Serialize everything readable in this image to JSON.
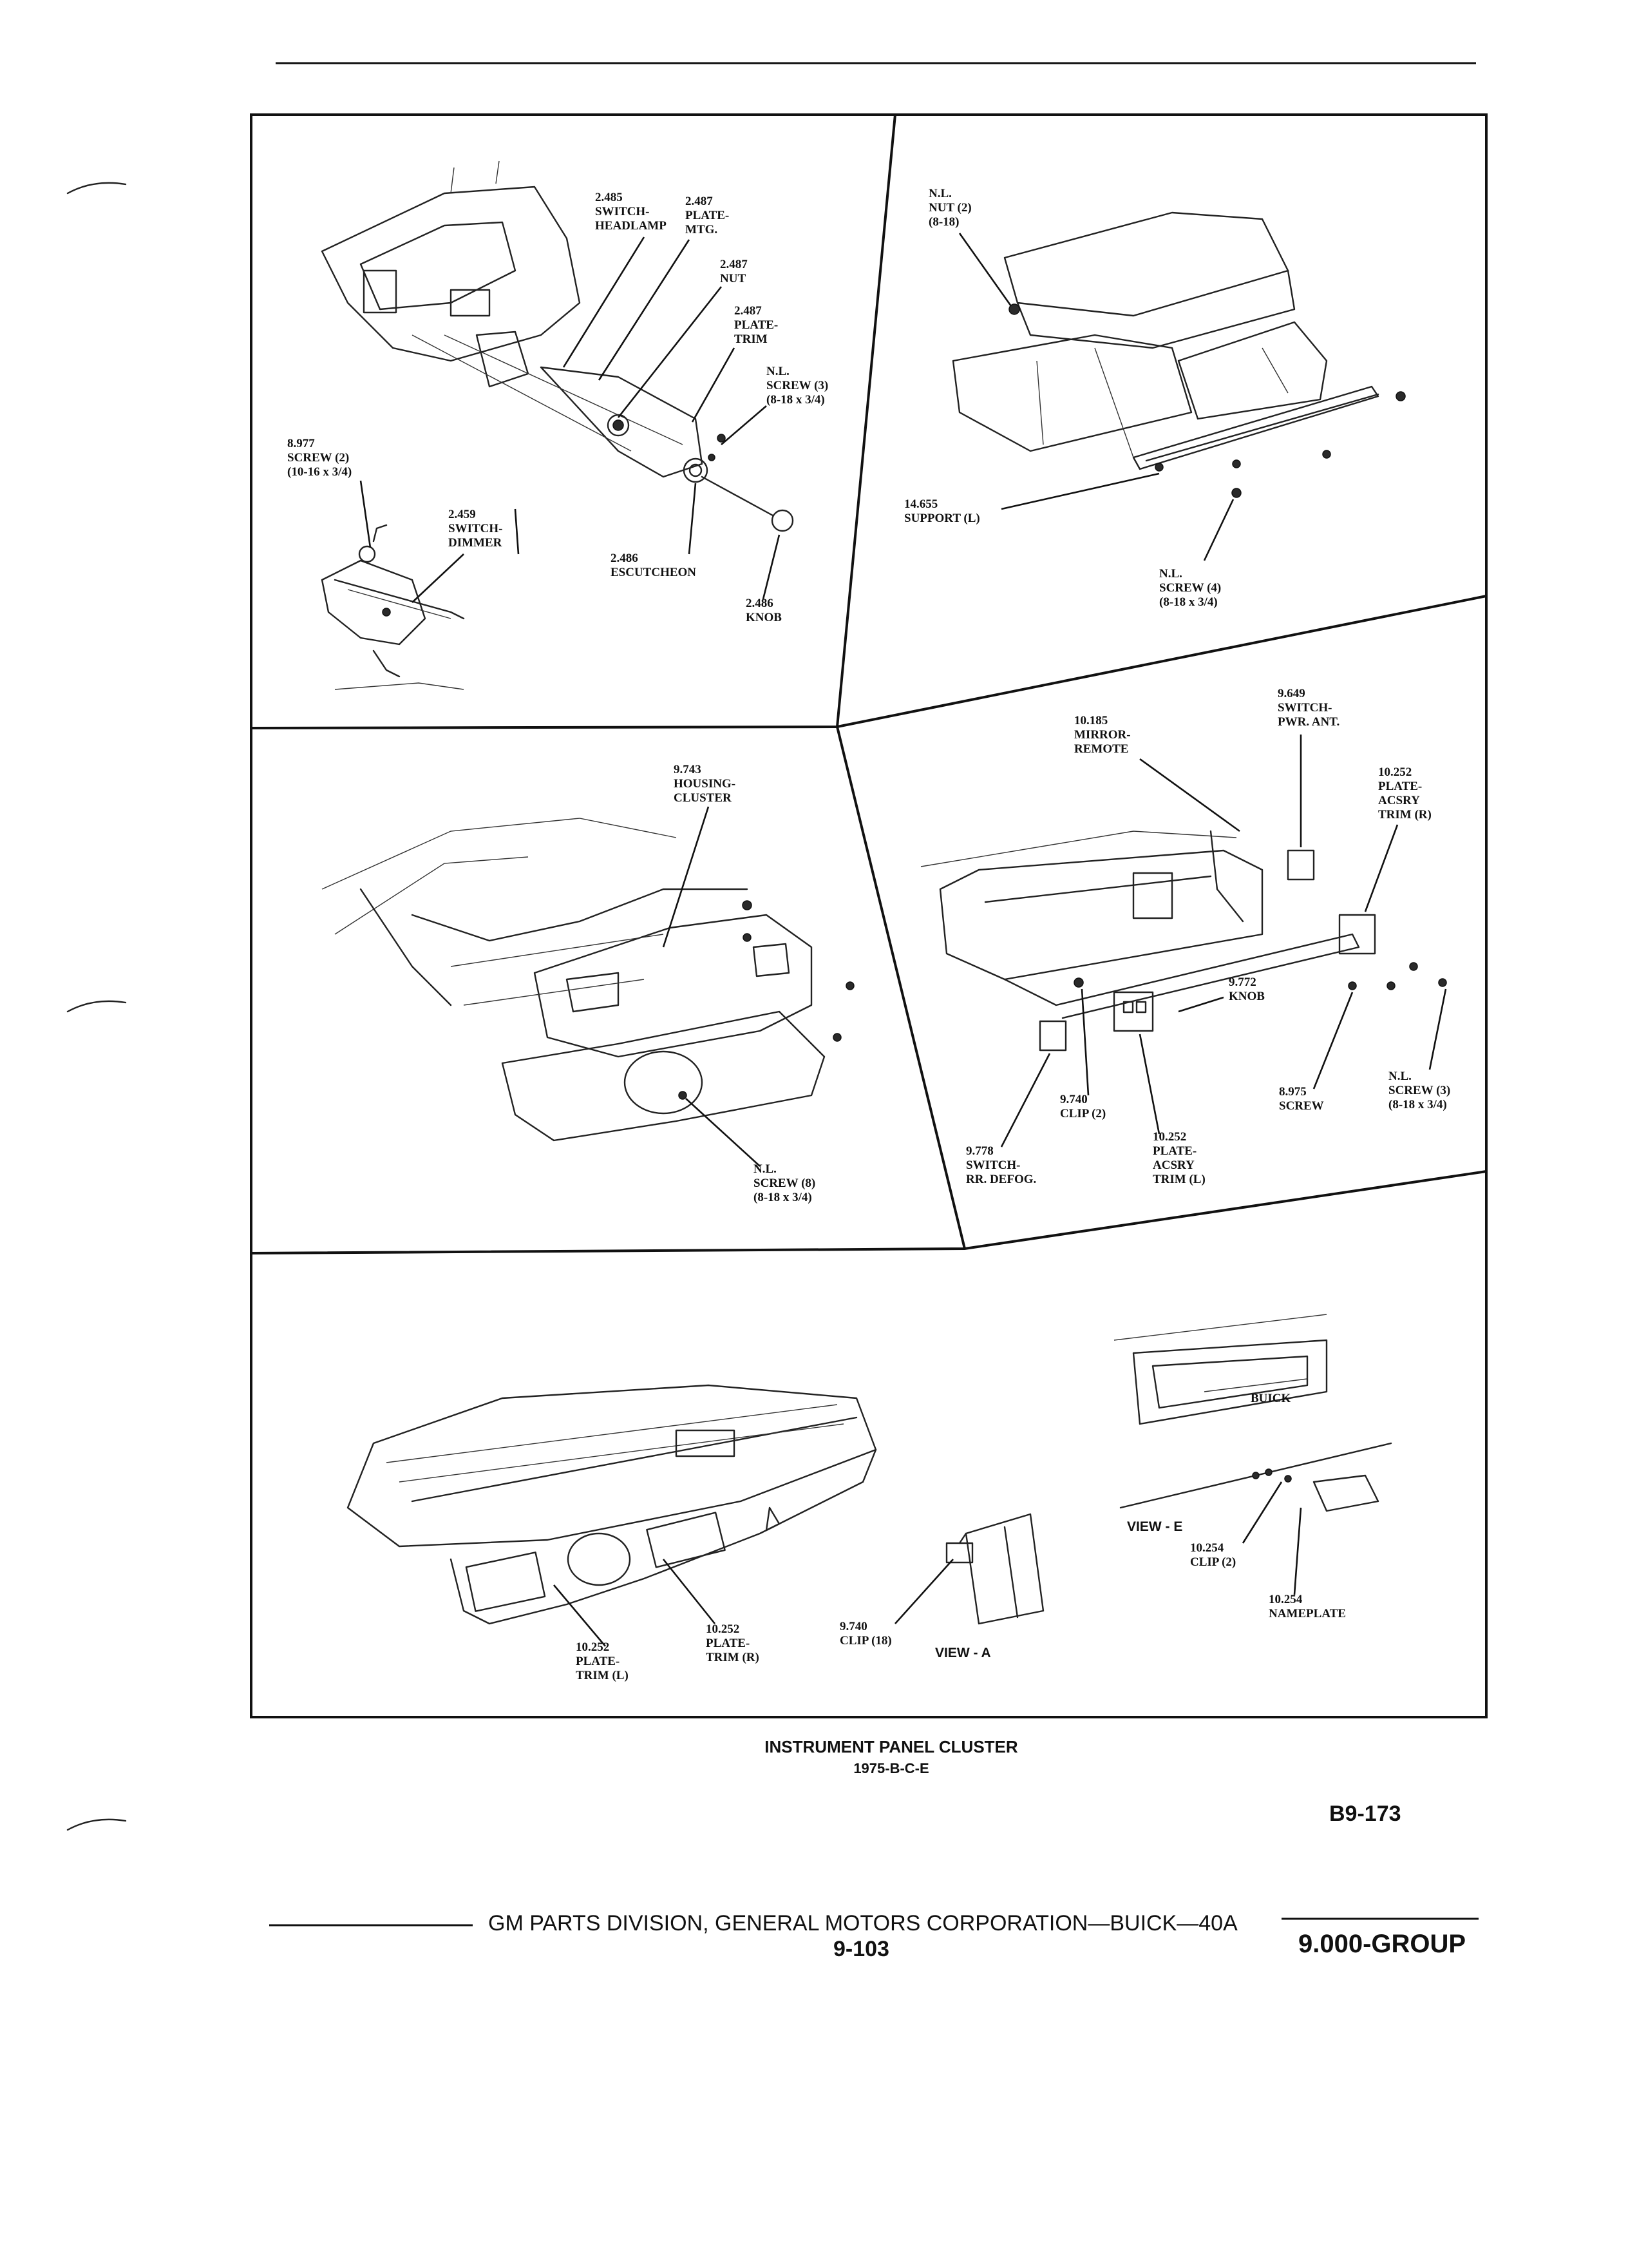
{
  "header_rule": true,
  "panels": {
    "p1": {
      "labels": {
        "headlamp_num": "2.485",
        "headlamp_l1": "SWITCH-",
        "headlamp_l2": "HEADLAMP",
        "mtg_num": "2.487",
        "mtg_l1": "PLATE-",
        "mtg_l2": "MTG.",
        "nut_num": "2.487",
        "nut_l1": "NUT",
        "trim_num": "2.487",
        "trim_l1": "PLATE-",
        "trim_l2": "TRIM",
        "nl_screw_num": "N.L.",
        "nl_screw_l1": "SCREW (3)",
        "nl_screw_l2": "(8-18 x 3/4)",
        "screw2_num": "8.977",
        "screw2_l1": "SCREW (2)",
        "screw2_l2": "(10-16 x 3/4)",
        "dimmer_num": "2.459",
        "dimmer_l1": "SWITCH-",
        "dimmer_l2": "DIMMER",
        "esc_num": "2.486",
        "esc_l1": "ESCUTCHEON",
        "knob_num": "2.486",
        "knob_l1": "KNOB"
      }
    },
    "p2": {
      "labels": {
        "nut_num": "N.L.",
        "nut_l1": "NUT (2)",
        "nut_l2": "(8-18)",
        "support_num": "14.655",
        "support_l1": "SUPPORT (L)",
        "screw_num": "N.L.",
        "screw_l1": "SCREW (4)",
        "screw_l2": "(8-18 x 3/4)"
      }
    },
    "p3": {
      "labels": {
        "housing_num": "9.743",
        "housing_l1": "HOUSING-",
        "housing_l2": "CLUSTER",
        "screw_num": "N.L.",
        "screw_l1": "SCREW (8)",
        "screw_l2": "(8-18 x 3/4)"
      }
    },
    "p4": {
      "labels": {
        "pwr_num": "9.649",
        "pwr_l1": "SWITCH-",
        "pwr_l2": "PWR. ANT.",
        "mirror_num": "10.185",
        "mirror_l1": "MIRROR-",
        "mirror_l2": "REMOTE",
        "acsry_r_num": "10.252",
        "acsry_r_l1": "PLATE-",
        "acsry_r_l2": "ACSRY",
        "acsry_r_l3": "TRIM (R)",
        "knob_num": "9.772",
        "knob_l1": "KNOB",
        "clip_num": "9.740",
        "clip_l1": "CLIP (2)",
        "screw_num": "8.975",
        "screw_l1": "SCREW",
        "nl_num": "N.L.",
        "nl_l1": "SCREW (3)",
        "nl_l2": "(8-18 x 3/4)",
        "defog_num": "9.778",
        "defog_l1": "SWITCH-",
        "defog_l2": "RR. DEFOG.",
        "acsry_l_num": "10.252",
        "acsry_l_l1": "PLATE-",
        "acsry_l_l2": "ACSRY",
        "acsry_l_l3": "TRIM (L)"
      }
    },
    "p5": {
      "labels": {
        "trim_l_num": "10.252",
        "trim_l_l1": "PLATE-",
        "trim_l_l2": "TRIM (L)",
        "trim_r_num": "10.252",
        "trim_r_l1": "PLATE-",
        "trim_r_l2": "TRIM (R)",
        "clip18_num": "9.740",
        "clip18_l1": "CLIP (18)",
        "view_a": "VIEW - A",
        "view_e": "VIEW - E",
        "clip2_num": "10.254",
        "clip2_l1": "CLIP (2)",
        "nameplate_num": "10.254",
        "nameplate_l1": "NAMEPLATE",
        "buick_badge": "BUICK"
      }
    }
  },
  "caption": {
    "title": "INSTRUMENT PANEL CLUSTER",
    "subtitle": "1975-B-C-E"
  },
  "figure_number": "B9-173",
  "footer": {
    "line": "GM PARTS DIVISION, GENERAL MOTORS CORPORATION—BUICK—40A",
    "page_number": "9-103",
    "group": "9.000-GROUP"
  }
}
